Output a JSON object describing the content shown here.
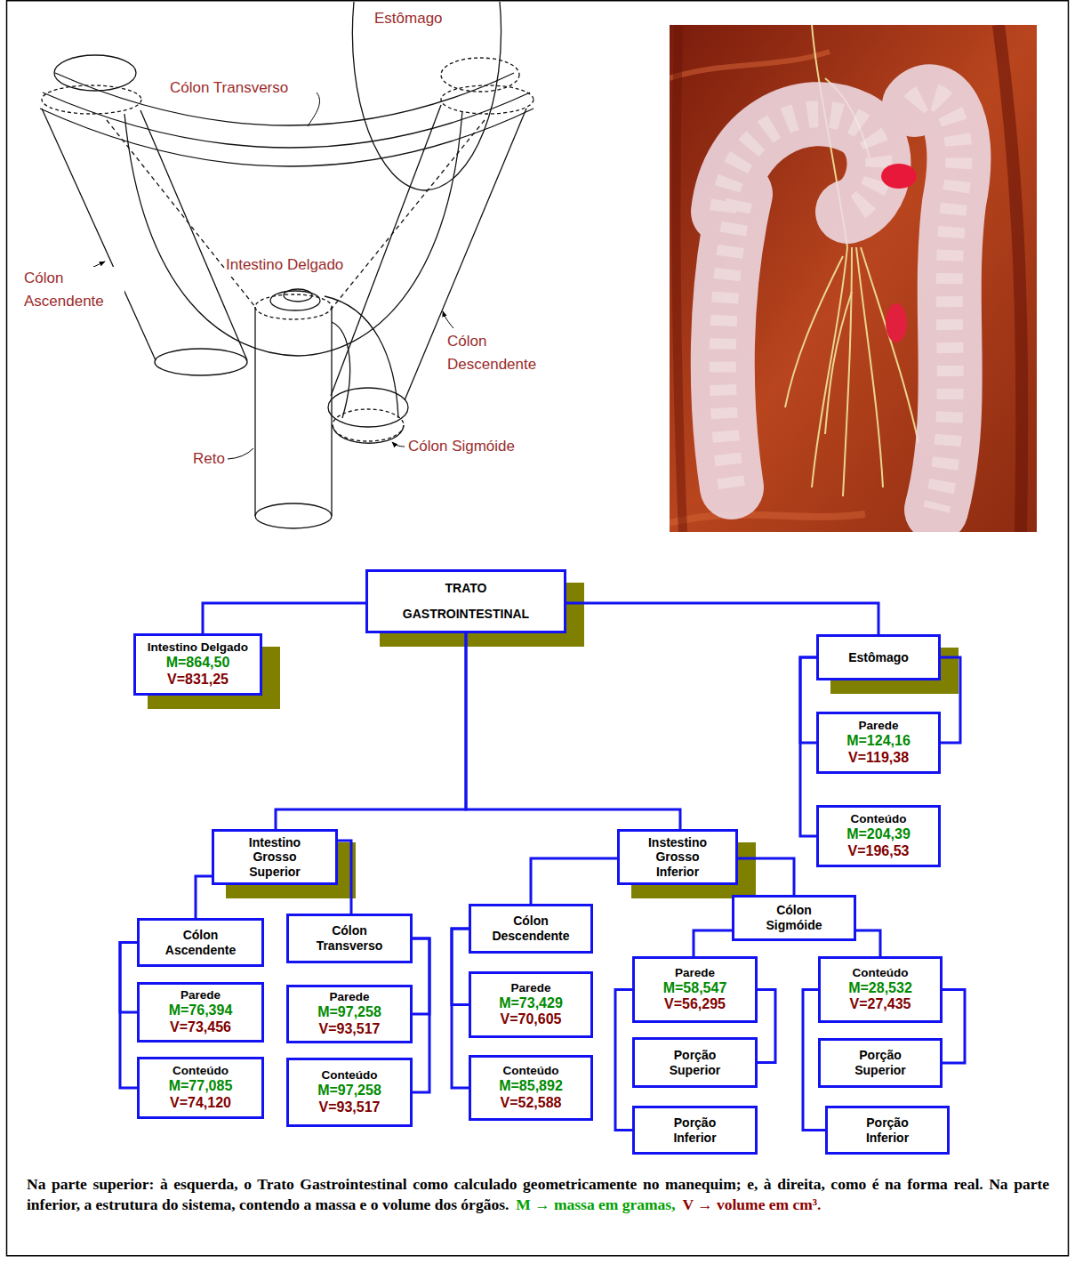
{
  "diagram": {
    "caption": "Na parte superior: à esquerda, o Trato Gastrointestinal como calculado geometricamente no manequim; e, à direita, como é na forma real. Na parte inferior, a estrutura do sistema, contendo a massa e o volume dos órgãos.",
    "nodes": [
      {
        "text": [
          "TRATO GASTROINTESTINAL"
        ]
      },
      {
        "text": [
          "Intestino Delgado",
          "M=864,50",
          "V=831,25"
        ]
      },
      {
        "text": [
          "Estômago"
        ]
      },
      {
        "text": [
          "Parede",
          "M=124,16",
          "V=119,38"
        ]
      },
      {
        "text": [
          "Conteúdo",
          "M=204,39",
          "V=196,53"
        ]
      },
      {
        "text": [
          "Intestino Grosso Superior"
        ]
      },
      {
        "text": [
          "Instestino Grosso Inferior"
        ]
      },
      {
        "text": [
          "Cólon Ascendente"
        ]
      },
      {
        "text": [
          "Parede",
          "M=76,394",
          "V=73,456"
        ]
      },
      {
        "text": [
          "Conteúdo",
          "M=77,085",
          "V=74,120"
        ]
      },
      {
        "text": [
          "Cólon Transverso"
        ]
      },
      {
        "text": [
          "Parede",
          "M=97,258",
          "V=93,517"
        ]
      },
      {
        "text": [
          "Conteúdo",
          "M=97,258",
          "V=93,517"
        ]
      },
      {
        "text": [
          "Cólon Descendente"
        ]
      },
      {
        "text": [
          "Parede",
          "M=73,429",
          "V=70,605"
        ]
      },
      {
        "text": [
          "Conteúdo",
          "M=85,892",
          "V=52,588"
        ]
      },
      {
        "text": [
          "Cólon Sigmóide"
        ]
      },
      {
        "text": [
          "Parede",
          "M=58,547",
          "V=56,295"
        ]
      },
      {
        "text": [
          "Porção Superior"
        ]
      },
      {
        "text": [
          "Porção Inferior"
        ]
      },
      {
        "text": [
          "Conteúdo",
          "M=28,532",
          "V=27,435"
        ]
      },
      {
        "text": [
          "Porção Superior"
        ]
      },
      {
        "text": [
          "Porção Inferior"
        ]
      }
    ],
    "edges": [
      {
        "from": 0,
        "to": 1,
        "arrow": "none"
      },
      {
        "from": 0,
        "to": 2,
        "arrow": "none"
      },
      {
        "from": 0,
        "to": 5,
        "arrow": "none"
      },
      {
        "from": 0,
        "to": 6,
        "arrow": "none"
      },
      {
        "from": 2,
        "to": 3,
        "arrow": "none"
      },
      {
        "from": 2,
        "to": 4,
        "arrow": "none"
      },
      {
        "from": 2,
        "to": 3,
        "arrow": "none"
      },
      {
        "from": 5,
        "to": 7,
        "arrow": "none"
      },
      {
        "from": 5,
        "to": 10,
        "arrow": "none"
      },
      {
        "from": 6,
        "to": 13,
        "arrow": "none"
      },
      {
        "from": 6,
        "to": 16,
        "arrow": "none"
      },
      {
        "from": 7,
        "to": 8,
        "arrow": "none"
      },
      {
        "from": 7,
        "to": 9,
        "arrow": "none"
      },
      {
        "from": 10,
        "to": 11,
        "arrow": "none"
      },
      {
        "from": 10,
        "to": 12,
        "arrow": "none"
      },
      {
        "from": 13,
        "to": 14,
        "arrow": "none"
      },
      {
        "from": 13,
        "to": 15,
        "arrow": "none"
      },
      {
        "from": 16,
        "to": 17,
        "arrow": "none"
      },
      {
        "from": 16,
        "to": 20,
        "arrow": "none"
      },
      {
        "from": 17,
        "to": 18,
        "arrow": "none"
      },
      {
        "from": 17,
        "to": 19,
        "arrow": "none"
      },
      {
        "from": 20,
        "to": 21,
        "arrow": "none"
      },
      {
        "from": 20,
        "to": 22,
        "arrow": "none"
      }
    ],
    "labels": [
      "Estômago",
      "Cólon Transverso",
      "Intestino Delgado",
      "Cólon Ascendente",
      "Cólon Descendente",
      "Cólon Sigmóide",
      "Reto",
      "M → massa em gramas,",
      "V → volume em cm³."
    ]
  }
}
